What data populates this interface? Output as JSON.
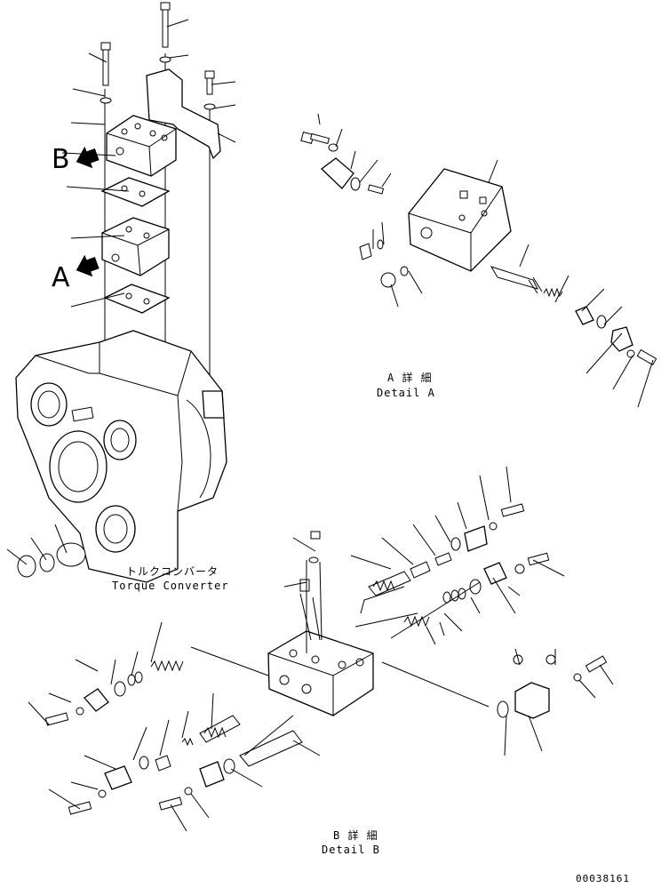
{
  "labels": {
    "view_b_marker": "B",
    "view_a_marker": "A",
    "torque_converter_jp": "トルクコンバータ",
    "torque_converter_en": "Torque Converter",
    "detail_a_jp": "A 詳 細",
    "detail_a_en": "Detail A",
    "detail_b_jp": "B 詳 細",
    "detail_b_en": "Detail B",
    "drawing_number": "00038161"
  }
}
